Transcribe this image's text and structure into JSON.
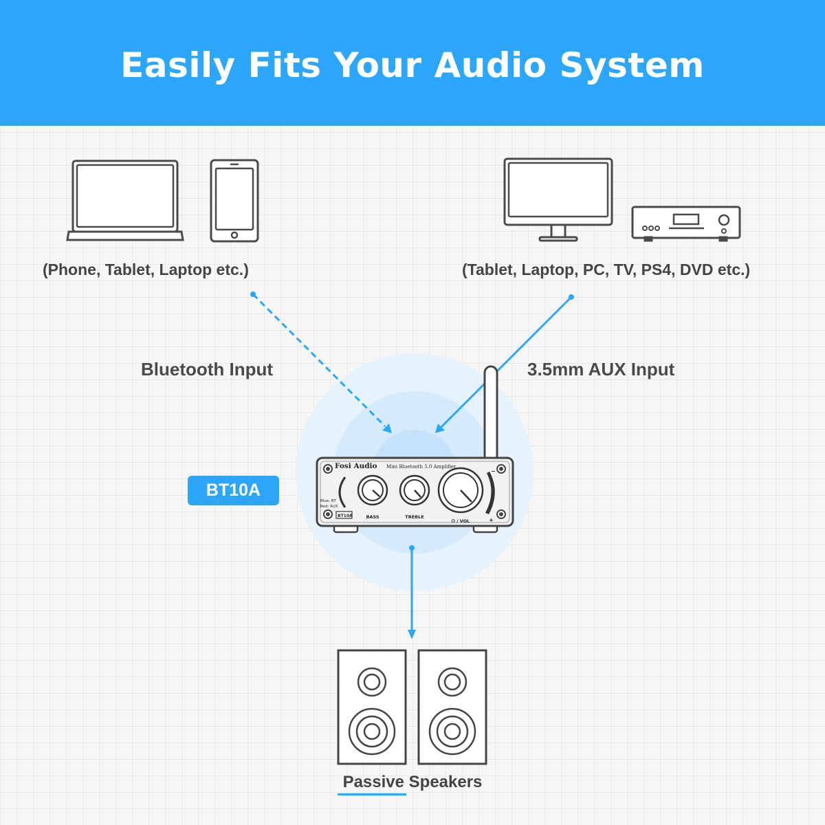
{
  "header": {
    "title": "Easily Fits Your Audio System",
    "accent": "#2ba6fb"
  },
  "sources": {
    "wireless_caption": "(Phone, Tablet, Laptop etc.)",
    "wired_caption": "(Tablet, Laptop, PC, TV, PS4, DVD etc.)"
  },
  "connections": {
    "bluetooth": "Bluetooth Input",
    "aux": "3.5mm AUX Input"
  },
  "amplifier": {
    "model_badge": "BT10A",
    "brand": "Fosi Audio",
    "subtitle": "Mini Bluetooth 5.0 Amplifier",
    "indicator_blue": "Blue: BT",
    "indicator_red": "Red: AUX",
    "model_plate": "BT10A",
    "knob_bass": "BASS",
    "knob_treble": "TREBLE",
    "knob_volume": "⏻ / VOL",
    "vol_minus": "−",
    "vol_plus": "+"
  },
  "output": {
    "label": "Passive Speakers"
  },
  "icons": [
    "laptop-icon",
    "phone-icon",
    "monitor-icon",
    "dvd-player-icon",
    "amplifier-icon",
    "speaker-icon"
  ]
}
